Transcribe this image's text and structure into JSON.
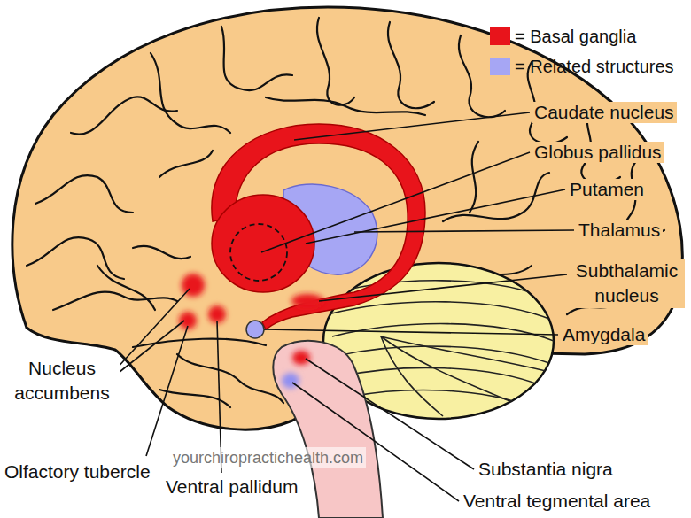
{
  "diagram": {
    "labels": [
      "Caudate nucleus",
      "Globus pallidus",
      "Putamen",
      "Thalamus",
      "Subthalamic nucleus",
      "Amygdala",
      "Nucleus accumbens",
      "yourchiropractichealth.com",
      "Substantia nigra",
      "Olfactory tubercle",
      "Ventral pallidum",
      "Ventral tegmental area"
    ],
    "legend": [
      {
        "text": "= Basal ganglia",
        "color": "#e8141b"
      },
      {
        "text": "= Related structures",
        "color": "#a6a6f4"
      }
    ]
  }
}
